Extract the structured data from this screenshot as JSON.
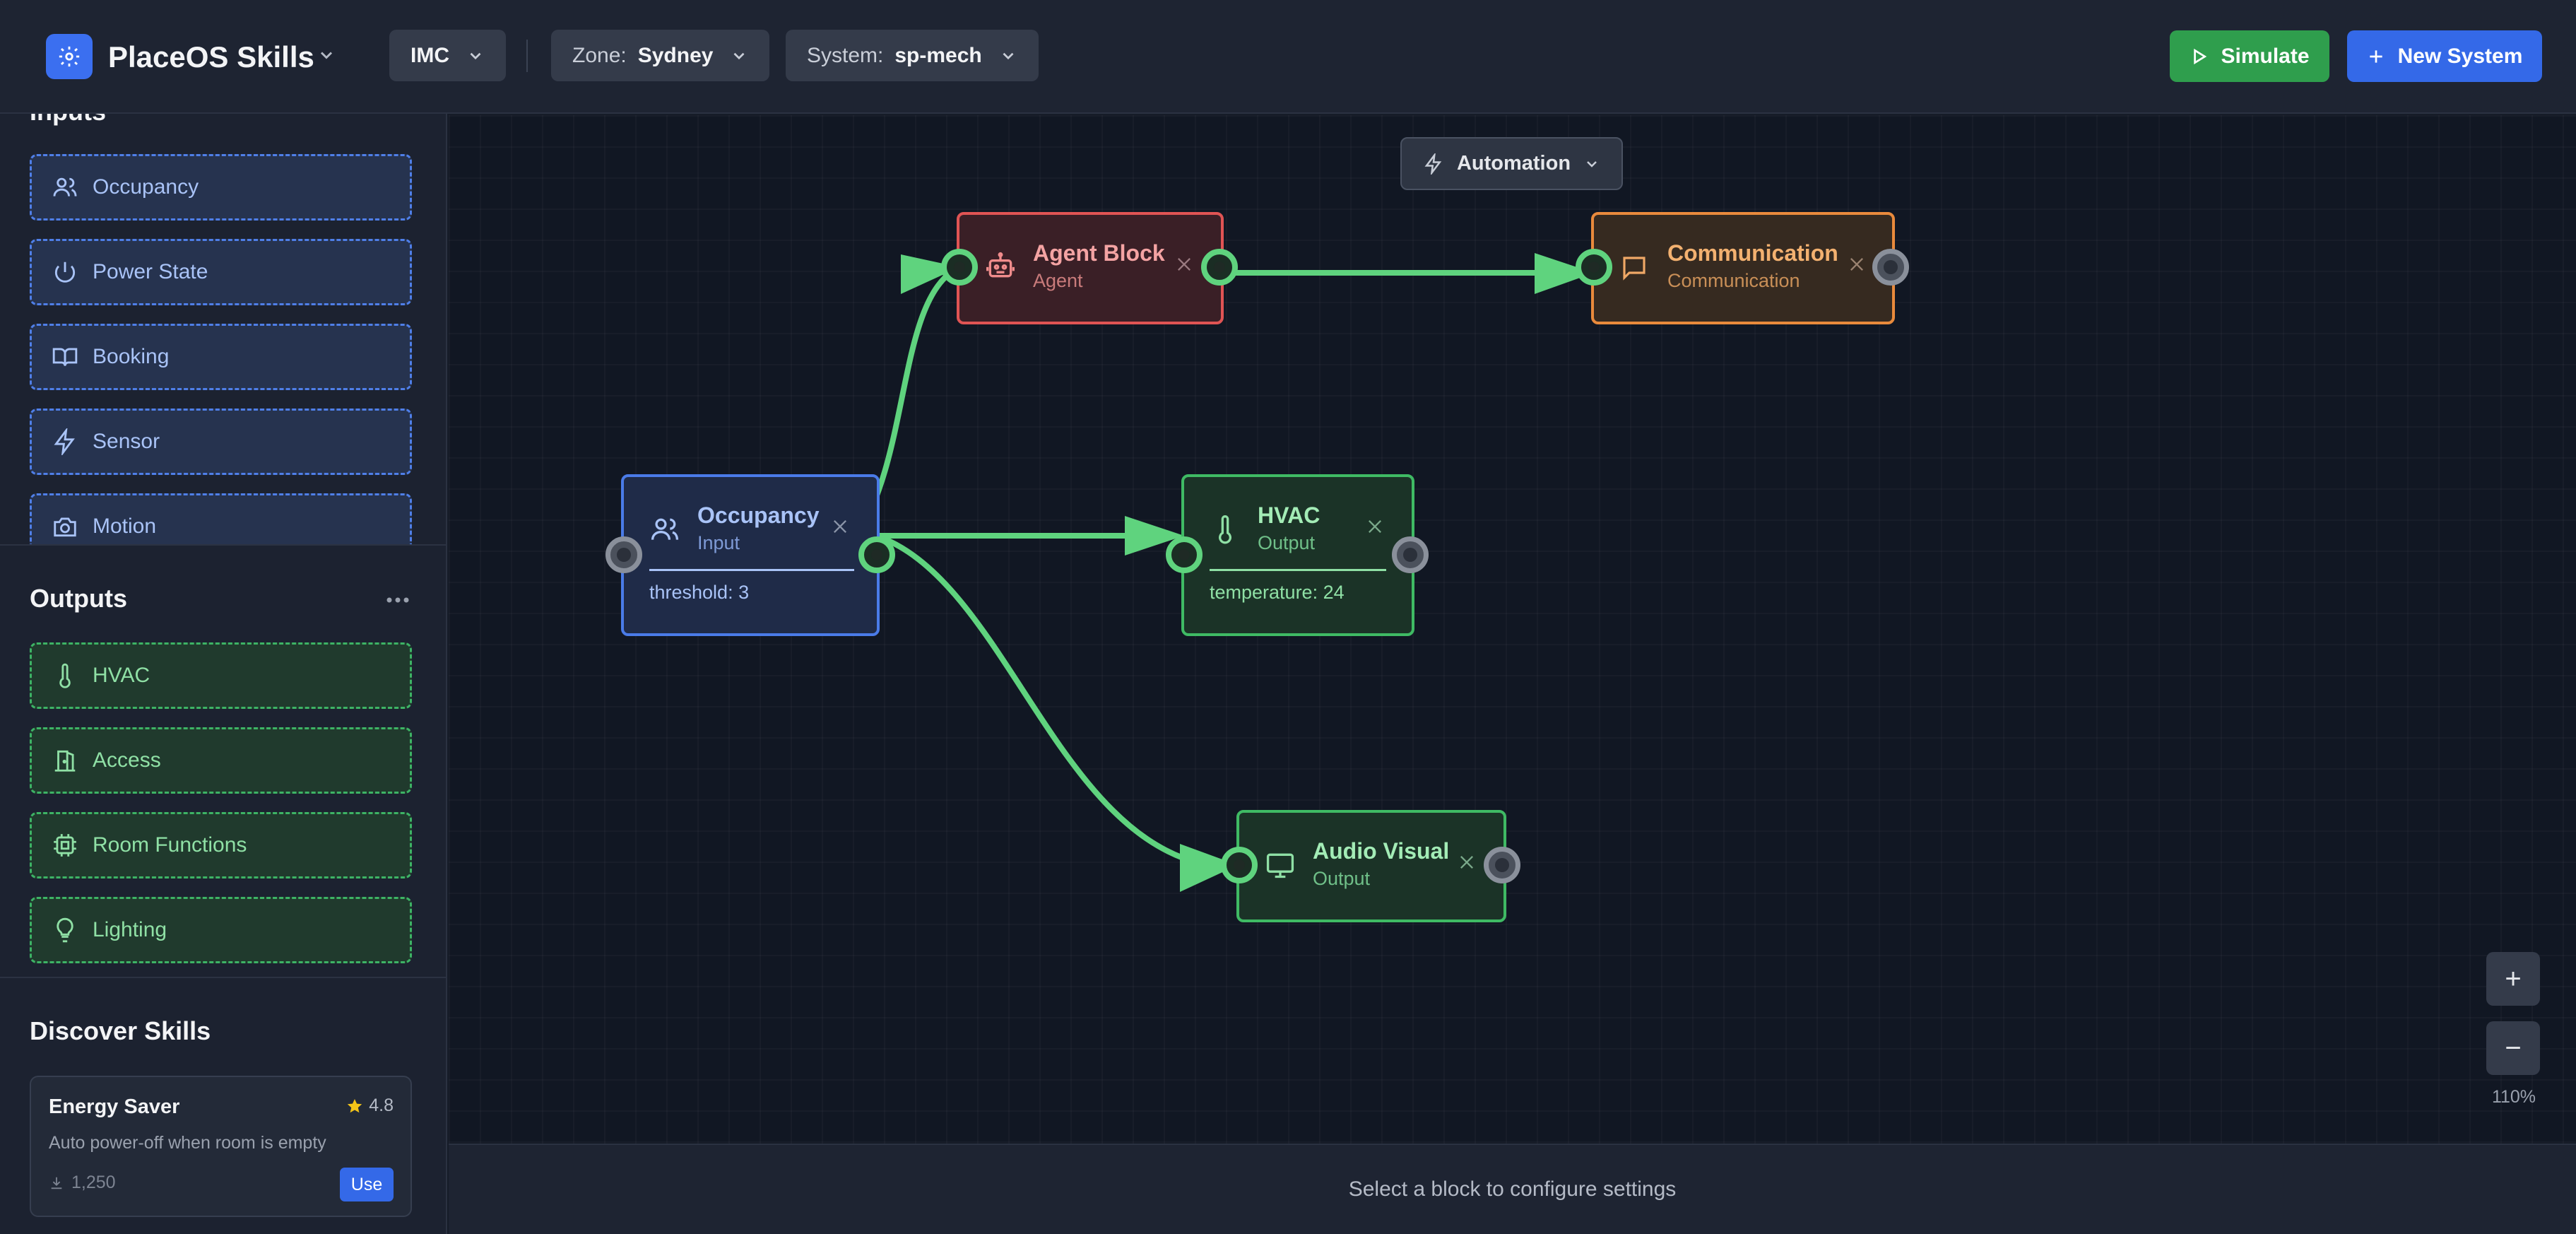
{
  "header": {
    "app_title": "PlaceOS Skills",
    "org": "IMC",
    "zone_label": "Zone:",
    "zone_value": "Sydney",
    "system_label": "System:",
    "system_value": "sp-mech",
    "simulate_label": "Simulate",
    "new_system_label": "New System"
  },
  "sidebar": {
    "inputs_title": "Inputs",
    "inputs": [
      {
        "label": "Occupancy",
        "icon": "users-icon"
      },
      {
        "label": "Power State",
        "icon": "power-icon"
      },
      {
        "label": "Booking",
        "icon": "book-icon"
      },
      {
        "label": "Sensor",
        "icon": "bolt-icon"
      },
      {
        "label": "Motion",
        "icon": "camera-icon"
      }
    ],
    "outputs_title": "Outputs",
    "outputs": [
      {
        "label": "HVAC",
        "icon": "thermometer-icon"
      },
      {
        "label": "Access",
        "icon": "door-icon"
      },
      {
        "label": "Room Functions",
        "icon": "cpu-icon"
      },
      {
        "label": "Lighting",
        "icon": "lightbulb-icon"
      }
    ],
    "discover_title": "Discover Skills",
    "skill": {
      "title": "Energy Saver",
      "rating": "4.8",
      "description": "Auto power-off when room is empty",
      "downloads": "1,250",
      "use_label": "Use"
    }
  },
  "canvas": {
    "mode_label": "Automation",
    "nodes": {
      "occupancy": {
        "title": "Occupancy",
        "type": "Input",
        "param": "threshold: 3"
      },
      "agent": {
        "title": "Agent Block",
        "type": "Agent"
      },
      "communication": {
        "title": "Communication",
        "type": "Communication"
      },
      "hvac": {
        "title": "HVAC",
        "type": "Output",
        "param": "temperature: 24"
      },
      "audio_visual": {
        "title": "Audio Visual",
        "type": "Output"
      }
    },
    "zoom_in": "+",
    "zoom_out": "−",
    "zoom_level": "110%"
  },
  "footer": {
    "hint": "Select a block to configure settings"
  },
  "colors": {
    "accent": "#3469e8",
    "simulate": "#2f9e4d",
    "input": "#4a7be8",
    "output": "#3fba64",
    "agent": "#e05454",
    "communication": "#e98a3c",
    "wire": "#5fd37e"
  }
}
